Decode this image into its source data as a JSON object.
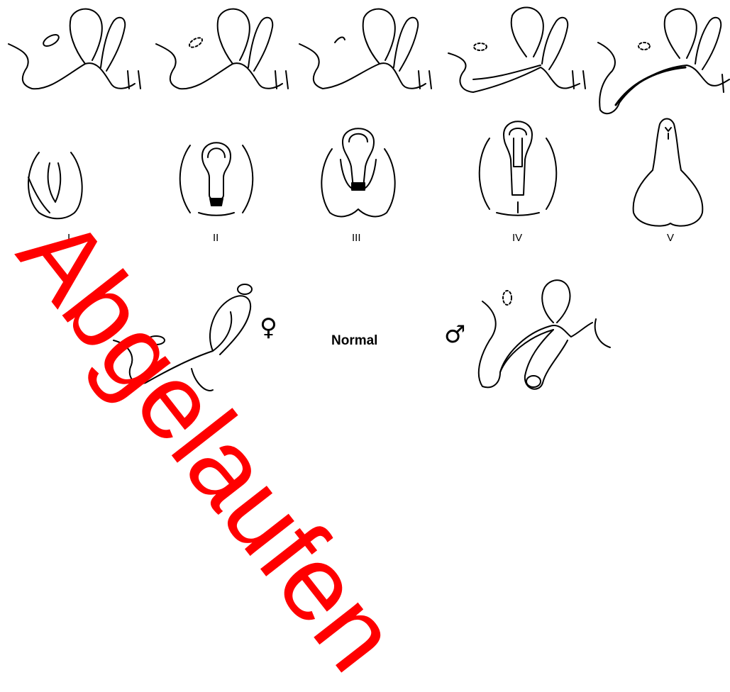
{
  "stage_labels": [
    "I",
    "II",
    "III",
    "IV",
    "V"
  ],
  "center_label": "Normal",
  "symbols": {
    "female": "♀",
    "male": "♂"
  },
  "watermark": "Abgelaufen",
  "colors": {
    "ink": "#000000",
    "watermark": "#ff0000"
  }
}
